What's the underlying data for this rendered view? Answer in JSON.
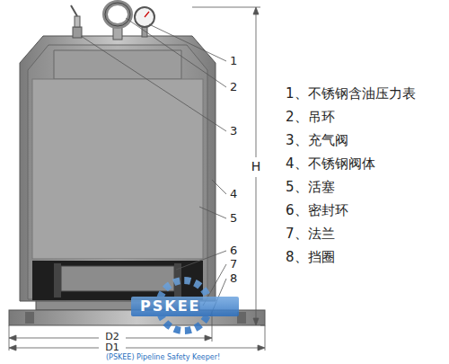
{
  "diagram": {
    "labels": [
      "1",
      "2",
      "3",
      "4",
      "5",
      "6",
      "7",
      "8",
      "1、不锈钢含油压力表",
      "2、吊环",
      "3、充气阀",
      "4、不锈钢阀体",
      "5、活塞",
      "6、密封环",
      "7、法兰",
      "8、挡圈",
      "H",
      "D2",
      "D1",
      "PSKEE",
      "(PSKEE) Pipeline Safety Keeper!"
    ]
  }
}
